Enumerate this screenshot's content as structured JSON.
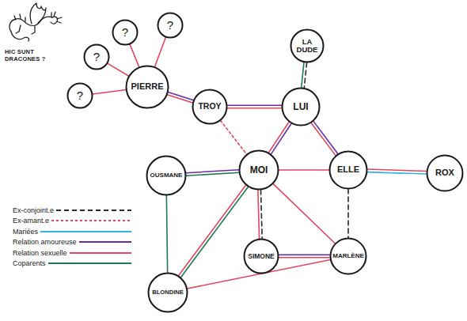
{
  "diagram": {
    "nodes": [
      {
        "text": [
          "?"
        ]
      },
      {
        "text": [
          "?"
        ]
      },
      {
        "text": [
          "?"
        ]
      },
      {
        "text": [
          "?"
        ]
      },
      {
        "text": [
          "PIERRE"
        ]
      },
      {
        "text": [
          "LA DUDE"
        ]
      },
      {
        "text": [
          "TROY"
        ]
      },
      {
        "text": [
          "LUI"
        ]
      },
      {
        "text": [
          "OUSMANE"
        ]
      },
      {
        "text": [
          "MOI"
        ]
      },
      {
        "text": [
          "ELLE"
        ]
      },
      {
        "text": [
          "ROX"
        ]
      },
      {
        "text": [
          "SIMONE"
        ]
      },
      {
        "text": [
          "MARLÈNE"
        ]
      },
      {
        "text": [
          "BLONDINE"
        ]
      }
    ],
    "edges": [
      {
        "from": 0,
        "to": 4,
        "arrow": "none"
      },
      {
        "from": 1,
        "to": 4,
        "arrow": "none"
      },
      {
        "from": 2,
        "to": 4,
        "arrow": "none"
      },
      {
        "from": 3,
        "to": 4,
        "arrow": "none"
      },
      {
        "from": 4,
        "to": 6,
        "arrow": "none"
      },
      {
        "from": 4,
        "to": 6,
        "arrow": "none"
      },
      {
        "from": 6,
        "to": 7,
        "arrow": "none"
      },
      {
        "from": 6,
        "to": 7,
        "arrow": "none"
      },
      {
        "from": 5,
        "to": 7,
        "arrow": "none"
      },
      {
        "from": 5,
        "to": 7,
        "arrow": "none"
      },
      {
        "from": 6,
        "to": 9,
        "arrow": "none"
      },
      {
        "from": 9,
        "to": 7,
        "arrow": "none"
      },
      {
        "from": 9,
        "to": 7,
        "arrow": "none"
      },
      {
        "from": 7,
        "to": 10,
        "arrow": "none"
      },
      {
        "from": 7,
        "to": 10,
        "arrow": "none"
      },
      {
        "from": 9,
        "to": 10,
        "arrow": "none"
      },
      {
        "from": 10,
        "to": 11,
        "arrow": "none"
      },
      {
        "from": 10,
        "to": 11,
        "arrow": "none"
      },
      {
        "from": 8,
        "to": 9,
        "arrow": "none"
      },
      {
        "from": 8,
        "to": 9,
        "arrow": "none"
      },
      {
        "from": 8,
        "to": 14,
        "arrow": "none"
      },
      {
        "from": 9,
        "to": 14,
        "arrow": "none"
      },
      {
        "from": 9,
        "to": 14,
        "arrow": "none"
      },
      {
        "from": 9,
        "to": 12,
        "arrow": "none"
      },
      {
        "from": 9,
        "to": 12,
        "arrow": "none"
      },
      {
        "from": 9,
        "to": 13,
        "arrow": "none"
      },
      {
        "from": 12,
        "to": 13,
        "arrow": "none"
      },
      {
        "from": 12,
        "to": 13,
        "arrow": "none"
      },
      {
        "from": 10,
        "to": 13,
        "arrow": "none"
      },
      {
        "from": 14,
        "to": 13,
        "arrow": "none"
      }
    ],
    "labels": [
      "HIC SUNT DRACONES ?"
    ],
    "legend": [
      {
        "text": "Ex-conjoint.e"
      },
      {
        "text": "Ex-amant.e"
      },
      {
        "text": "Mariées"
      },
      {
        "text": "Relation amoureuse"
      },
      {
        "text": "Relation sexuelle"
      },
      {
        "text": "Coparents"
      }
    ]
  }
}
